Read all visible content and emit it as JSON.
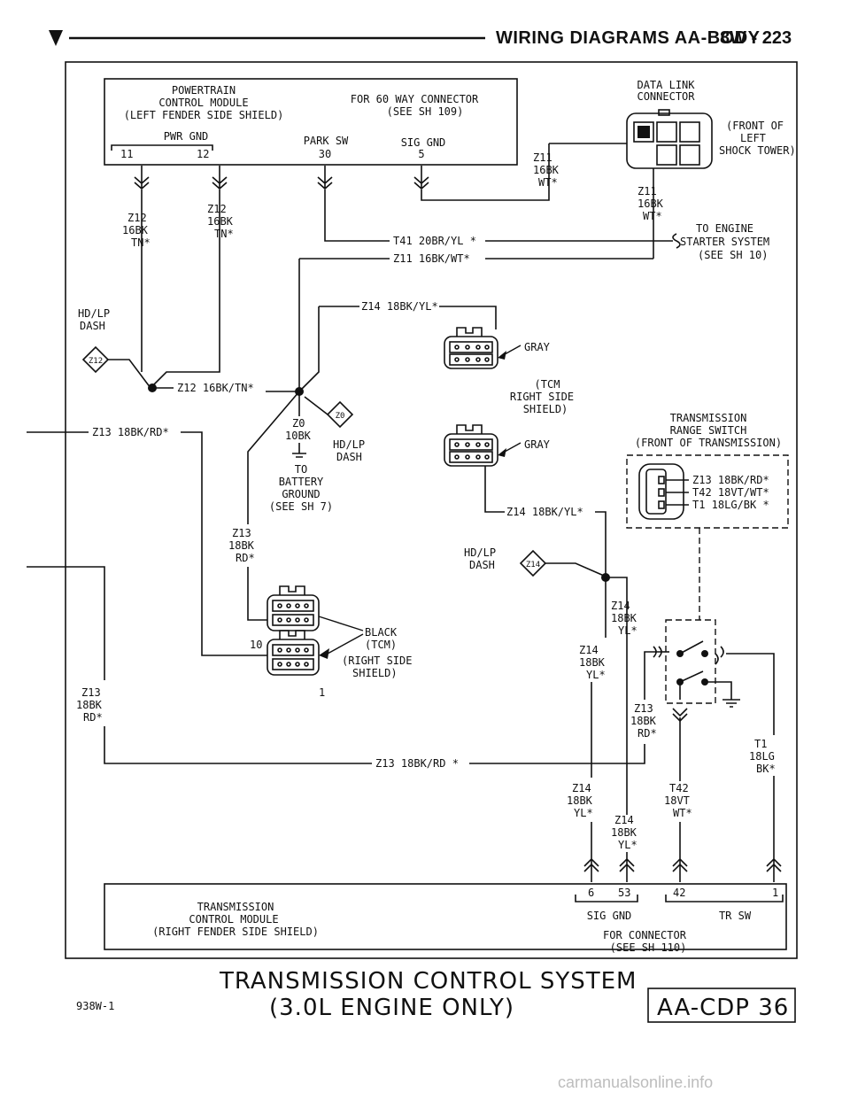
{
  "header": {
    "title": "WIRING DIAGRAMS AA-BODY",
    "page": "8W - 223"
  },
  "pcm": {
    "l1": "POWERTRAIN",
    "l2": "CONTROL MODULE",
    "l3": "(LEFT FENDER SIDE SHIELD)",
    "for1": "FOR 60 WAY CONNECTOR",
    "for2": "(SEE SH 109)",
    "pwr": "PWR GND",
    "p11": "11",
    "p12": "12",
    "park": "PARK SW",
    "p30": "30",
    "sig": "SIG GND",
    "p5": "5"
  },
  "dlc": {
    "l1": "DATA LINK",
    "l2": "CONNECTOR",
    "f1": "(FRONT OF",
    "f2": "LEFT",
    "f3": "SHOCK TOWER)"
  },
  "wires": {
    "z11a": [
      "Z11",
      "16BK",
      "WT*"
    ],
    "z11b": [
      "Z11",
      "16BK",
      "WT*"
    ],
    "z12a": [
      "Z12",
      "16BK",
      "TN*"
    ],
    "z12b": [
      "Z12",
      "16BK",
      "TN*"
    ],
    "t41": "T41 20BR/YL *",
    "z11c": "Z11 16BK/WT*",
    "eng1": "TO ENGINE",
    "eng2": "STARTER SYSTEM",
    "eng3": "(SEE SH 10)",
    "z14top": "Z14 18BK/YL*",
    "gray1": "GRAY",
    "tcm1": "(TCM",
    "tcm2": "RIGHT SIDE",
    "tcm3": "SHIELD)",
    "hdlp1": "HD/LP",
    "hdlp2": "DASH",
    "z12spl": "Z12",
    "z12h": "Z12 16BK/TN*",
    "z13h": "Z13 18BK/RD*",
    "z0a": "Z0",
    "z0b": "10BK",
    "z0spl": "Z0",
    "hdlp3": "HD/LP",
    "hdlp4": "DASH",
    "bat1": "TO",
    "bat2": "BATTERY",
    "bat3": "GROUND",
    "bat4": "(SEE SH 7)",
    "gray2": "GRAY",
    "trs1": "TRANSMISSION",
    "trs2": "RANGE SWITCH",
    "trs3": "(FRONT OF TRANSMISSION)",
    "trsw1": "Z13 18BK/RD*",
    "trsw2": "T42 18VT/WT*",
    "trsw3": "T1 18LG/BK *",
    "z14mid": "Z14 18BK/YL*",
    "z13v": [
      "Z13",
      "18BK",
      "RD*"
    ],
    "hdlp5": "HD/LP",
    "hdlp6": "DASH",
    "z14spl": "Z14",
    "z14a": [
      "Z14",
      "18BK",
      "YL*"
    ],
    "z14b": [
      "Z14",
      "18BK",
      "YL*"
    ],
    "black1": "BLACK",
    "black2": "(TCM)",
    "black3": "(RIGHT SIDE",
    "black4": "SHIELD)",
    "pin10": "10",
    "pin1": "1",
    "z13l": [
      "Z13",
      "18BK",
      "RD*"
    ],
    "z13r": [
      "Z13",
      "18BK",
      "RD*"
    ],
    "t1": [
      "T1",
      "18LG",
      "BK*"
    ],
    "z13bot": "Z13 18BK/RD *",
    "z14c": [
      "Z14",
      "18BK",
      "YL*"
    ],
    "t42": [
      "T42",
      "18VT",
      "WT*"
    ],
    "z14d": [
      "Z14",
      "18BK",
      "YL*"
    ]
  },
  "tcmbox": {
    "l1": "TRANSMISSION",
    "l2": "CONTROL MODULE",
    "l3": "(RIGHT FENDER SIDE SHIELD)",
    "p6": "6",
    "p53": "53",
    "p42": "42",
    "p1": "1",
    "sig": "SIG GND",
    "tr": "TR SW",
    "for1": "FOR CONNECTOR",
    "for2": "(SEE SH 110)"
  },
  "footer": {
    "t1": "TRANSMISSION CONTROL SYSTEM",
    "t2": "(3.0L ENGINE ONLY)",
    "code": "938W-1",
    "ref": "AA-CDP 36"
  },
  "watermark": "carmanualsonline.info"
}
